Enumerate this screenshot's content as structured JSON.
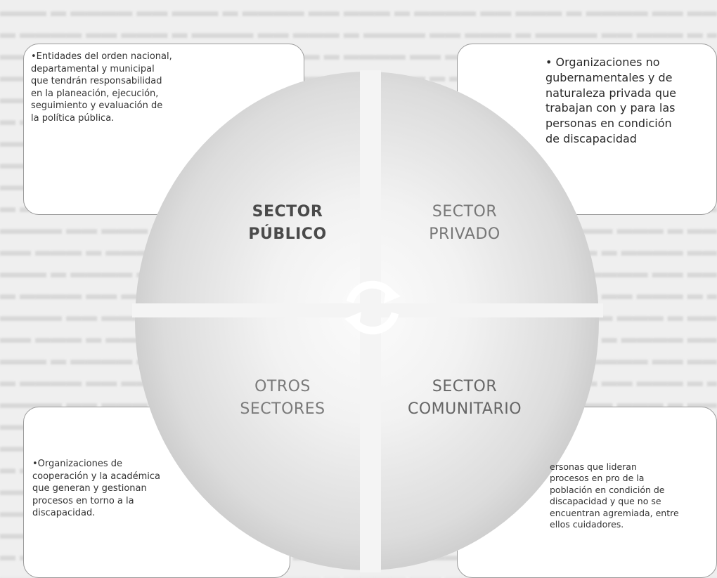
{
  "diagram": {
    "quadrants": [
      {
        "id": "publico",
        "sector_label": "SECTOR\nPÚBLICO",
        "description": "•Entidades del orden nacional,\ndepartamental y municipal\nque tendrán responsabilidad\nen la planeación, ejecución,\nseguimiento y evaluación de\nla política pública."
      },
      {
        "id": "privado",
        "sector_label": "SECTOR\nPRIVADO",
        "description": "• Organizaciones no\n  gubernamentales y de\n  naturaleza privada que\n  trabajan con y para las\n  personas en condición\n  de discapacidad"
      },
      {
        "id": "otros",
        "sector_label": "OTROS\nSECTORES",
        "description": "•Organizaciones de\ncooperación y la académica\nque generan y gestionan\nprocesos en torno a la\ndiscapacidad."
      },
      {
        "id": "comunitario",
        "sector_label": "SECTOR\nCOMUNITARIO",
        "description": "ersonas que lideran\nprocesos en pro de la\npoblación en condición de\ndiscapacidad y que no se\nencuentran agremiada, entre\nellos cuidadores."
      }
    ],
    "colors": {
      "background": "#efefef",
      "box_fill": "#ffffff",
      "box_border": "#9a9a9a",
      "circle_center": "#f8f8f8",
      "circle_edge": "#a8a8a8",
      "arrows": "#ffffff"
    },
    "center_icon": "cycle-arrows-icon"
  }
}
